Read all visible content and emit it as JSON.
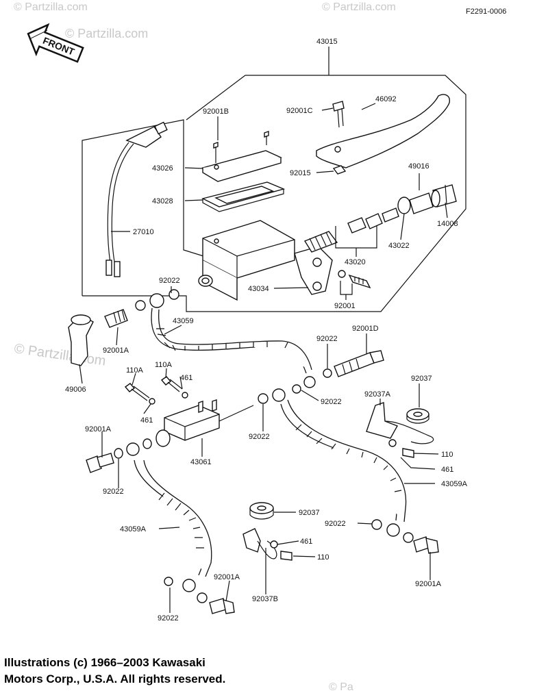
{
  "figure_code": "F2291-0006",
  "front_label": "FRONT",
  "watermarks": {
    "top_left": "© Partzilla.com",
    "top_center": "© Partzilla.com",
    "top_right": "© Partzilla.com",
    "middle_left": "© Partzilla.com",
    "bottom_center": "© Pa"
  },
  "copyright": "Illustrations (c) 1966–2003 Kawasaki\nMotors Corp., U.S.A.  All rights reserved.",
  "parts": {
    "p43015": "43015",
    "p92001B": "92001B",
    "p92001C": "92001C",
    "p46092": "46092",
    "p43026": "43026",
    "p92015": "92015",
    "p49016": "49016",
    "p43028": "43028",
    "p27010": "27010",
    "p14008": "14008",
    "p43022": "43022",
    "p43020": "43020",
    "p92022_a": "92022",
    "p43034": "43034",
    "p92001": "92001",
    "p43059": "43059",
    "p92001A_a": "92001A",
    "p92022_b": "92022",
    "p92001D": "92001D",
    "p49006": "49006",
    "p110A_a": "110A",
    "p110A_b": "110A",
    "p461_a": "461",
    "p92037_a": "92037",
    "p92022_c": "92022",
    "p92037A": "92037A",
    "p461_b": "461",
    "p92022_d": "92022",
    "p92001A_b": "92001A",
    "p43061": "43061",
    "p110_a": "110",
    "p461_c": "461",
    "p92022_e": "92022",
    "p43059A_a": "43059A",
    "p92037_b": "92037",
    "p92022_f": "92022",
    "p43059A_b": "43059A",
    "p461_d": "461",
    "p110_b": "110",
    "p92001A_c": "92001A",
    "p92037B": "92037B",
    "p92001A_d": "92001A",
    "p92022_g": "92022"
  }
}
